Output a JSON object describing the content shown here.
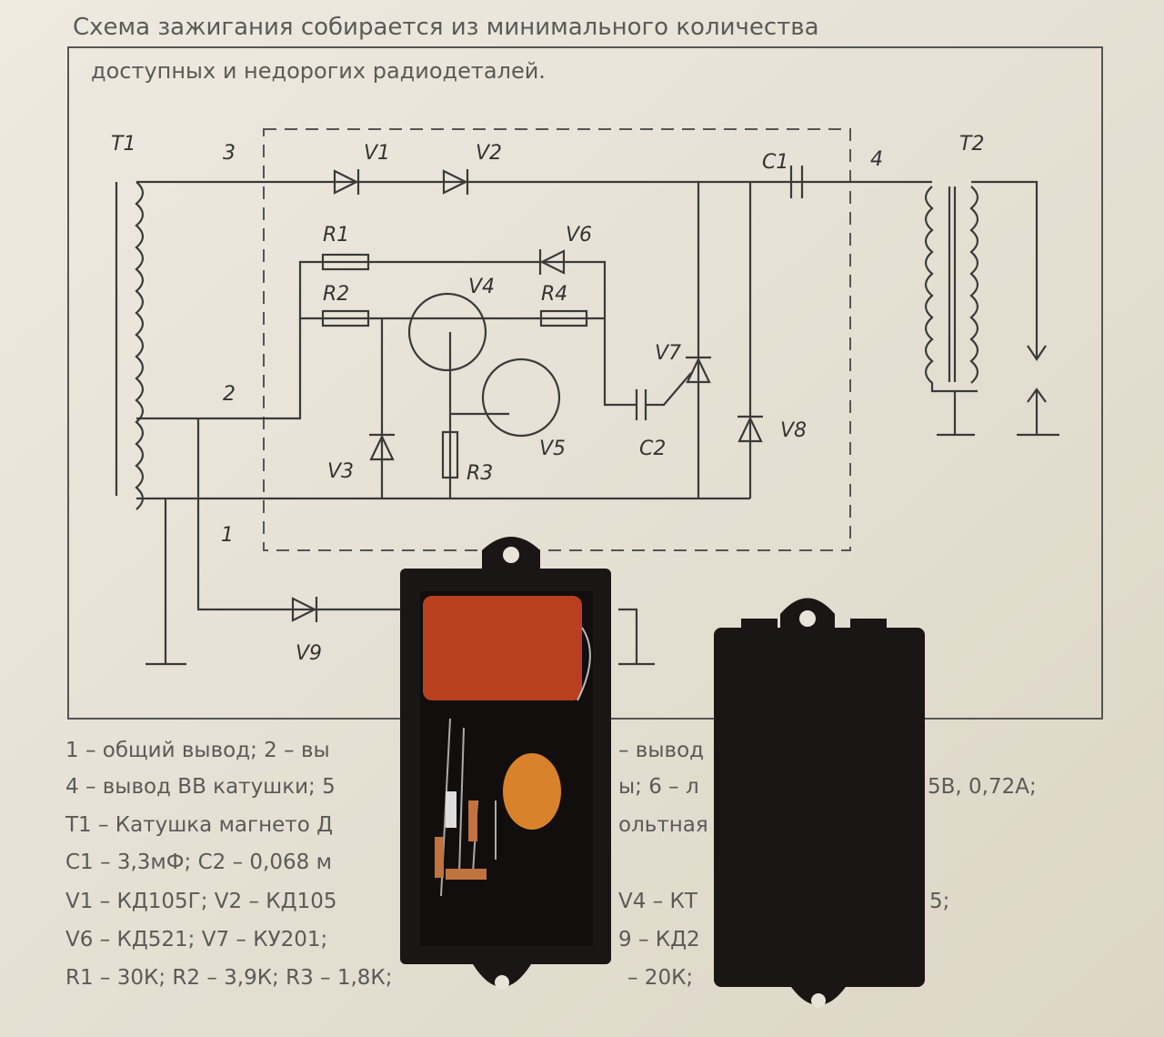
{
  "heading": {
    "line1": "Схема зажигания собирается из минимального количества",
    "line2": "доступных и недорогих радиодеталей."
  },
  "labels": {
    "T1": "T1",
    "T2": "T2",
    "V1": "V1",
    "V2": "V2",
    "V3": "V3",
    "V4": "V4",
    "V5": "V5",
    "V6": "V6",
    "V7": "V7",
    "V8": "V8",
    "V9": "V9",
    "R1": "R1",
    "R2": "R2",
    "R3": "R3",
    "R4": "R4",
    "C1": "C1",
    "C2": "C2",
    "p1": "1",
    "p2": "2",
    "p3": "3",
    "p4": "4"
  },
  "legend": [
    {
      "left": "1 – общий вывод; 2 – вы",
      "right": "– вывод"
    },
    {
      "left": "4 – вывод ВВ катушки; 5",
      "right": "ы; 6 – л",
      "far": "5В, 0,72А;"
    },
    {
      "left": "T1 – Катушка магнето Д",
      "right": "ольтная"
    },
    {
      "left": "C1 – 3,3мФ; C2 – 0,068 м",
      "right": ""
    },
    {
      "left": "V1 – КД105Г; V2 – КД105",
      "right": "V4 – КТ",
      "far": "5;"
    },
    {
      "left": "V6 – КД521; V7 – КУ201;",
      "right": "9 – КД2"
    },
    {
      "left": "R1 – 30К; R2 – 3,9К; R3 – 1,8К;",
      "right": "– 20К;"
    }
  ],
  "colors": {
    "paper": "#e9e4d8",
    "box": "#1b1616",
    "capacitor": "#b8401f",
    "cap2": "#d9822b"
  }
}
